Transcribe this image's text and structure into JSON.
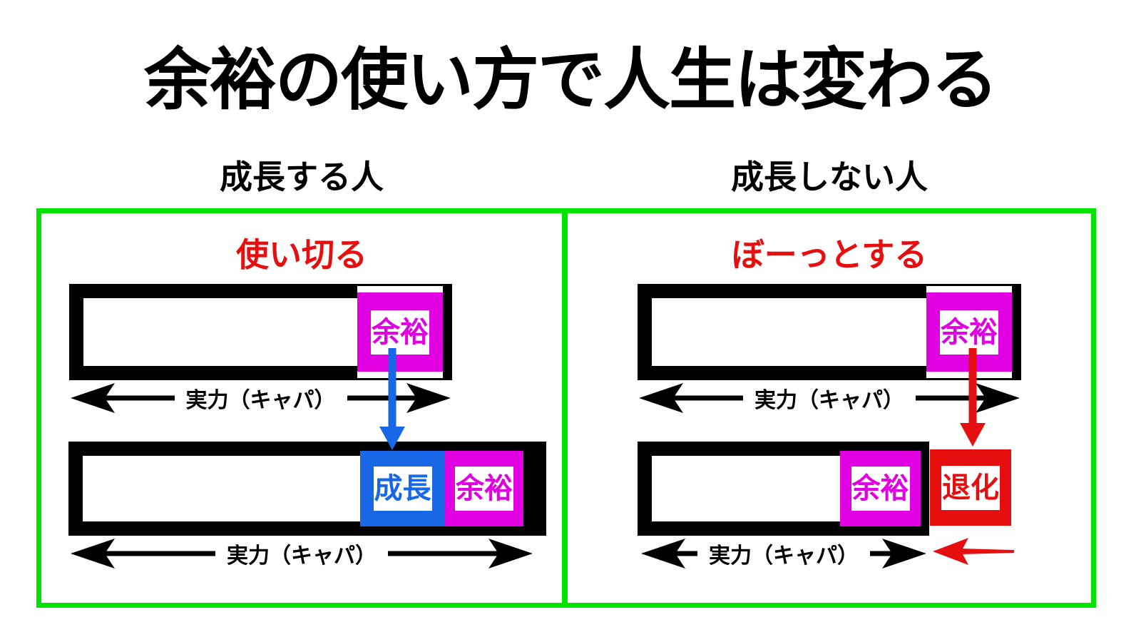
{
  "title": "余裕の使い方で人生は変わる",
  "colors": {
    "green": "#00e400",
    "magenta": "#e100e1",
    "blue": "#1767e6",
    "red": "#e60f0f",
    "black": "#000000"
  },
  "panels": {
    "left": {
      "header": "成長する人",
      "subtitle": "使い切る",
      "top_bar": {
        "margin": "余裕",
        "capacity": "実力（キャパ）"
      },
      "bottom_bar": {
        "growth": "成長",
        "margin": "余裕",
        "capacity": "実力（キャパ）"
      }
    },
    "right": {
      "header": "成長しない人",
      "subtitle": "ぼーっとする",
      "top_bar": {
        "margin": "余裕",
        "capacity": "実力（キャパ）"
      },
      "bottom_bar": {
        "margin": "余裕",
        "regression": "退化",
        "capacity": "実力（キャパ）"
      }
    }
  }
}
